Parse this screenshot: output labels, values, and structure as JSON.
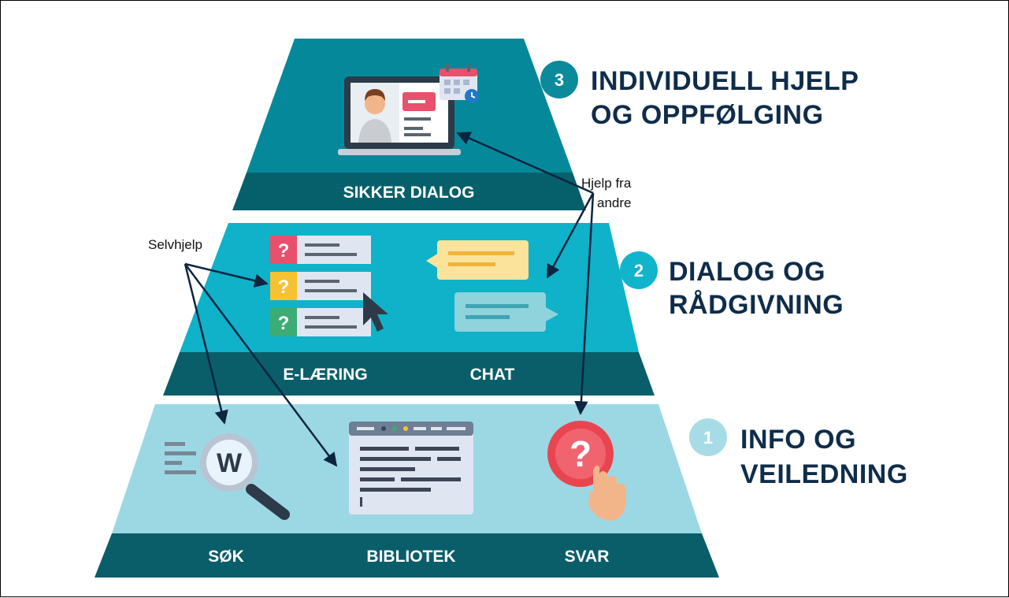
{
  "tiers": [
    {
      "number": "3",
      "heading_line1": "INDIVIDUELL HJELP",
      "heading_line2": "OG OPPFØLGING",
      "bar_labels": [
        "SIKKER DIALOG"
      ],
      "colors": {
        "body": "#05899a",
        "bar": "#06606b",
        "badge": "#0a8a9a"
      }
    },
    {
      "number": "2",
      "heading_line1": "DIALOG OG",
      "heading_line2": "RÅDGIVNING",
      "bar_labels": [
        "E-LÆRING",
        "CHAT"
      ],
      "colors": {
        "body": "#0fb2c8",
        "bar": "#0a5e69",
        "badge": "#12b4cc"
      }
    },
    {
      "number": "1",
      "heading_line1": "INFO OG",
      "heading_line2": "VEILEDNING",
      "bar_labels": [
        "SØK",
        "BIBLIOTEK",
        "SVAR"
      ],
      "colors": {
        "body": "#9bd8e4",
        "bar": "#0a5e69",
        "badge": "#a7dce6"
      }
    }
  ],
  "annotations": {
    "selvhjelp": "Selvhjelp",
    "hjelp_line1": "Hjelp fra",
    "hjelp_line2": "andre"
  },
  "icons": [
    "video-call-laptop-icon",
    "calendar-icon",
    "quiz-list-icon",
    "cursor-icon",
    "chat-bubbles-icon",
    "wiki-search-icon",
    "document-window-icon",
    "question-tap-icon"
  ]
}
